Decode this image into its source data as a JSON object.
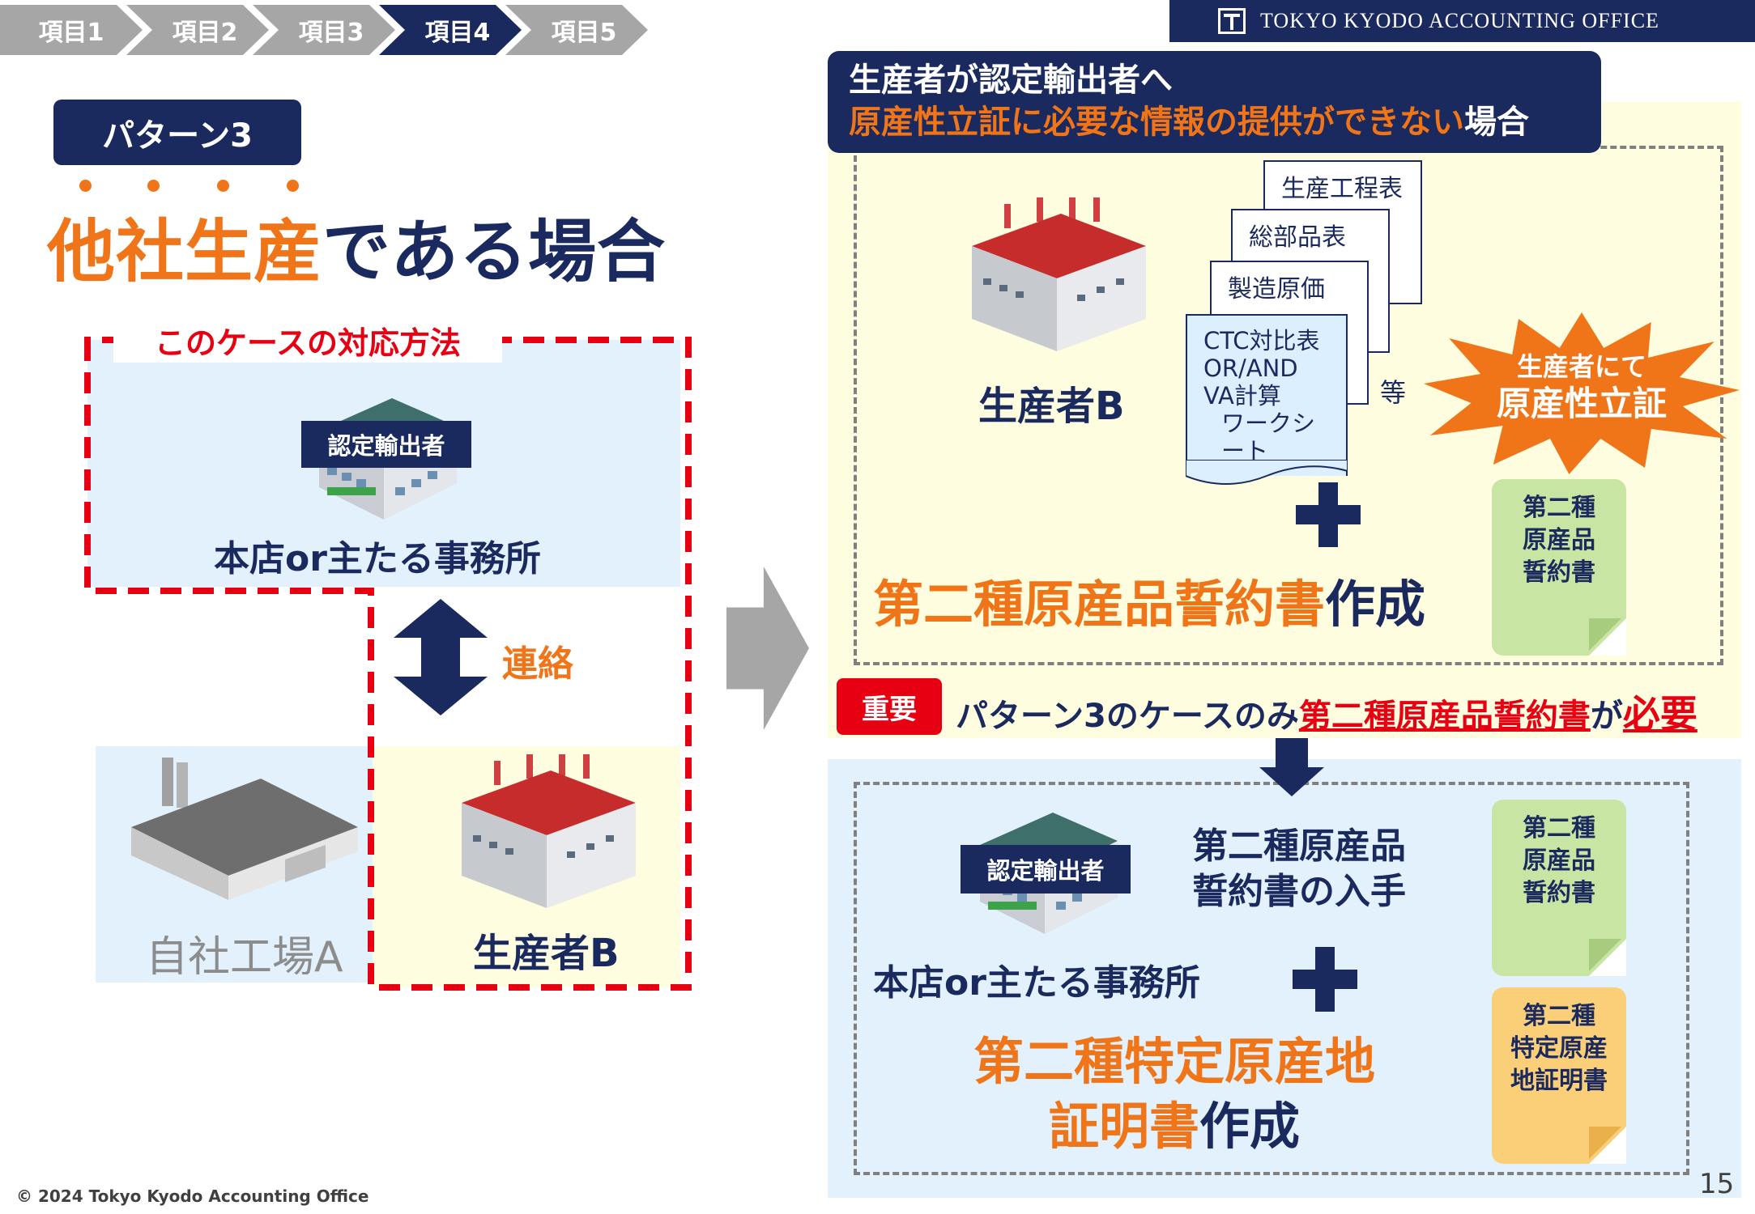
{
  "breadcrumb": [
    "項目1",
    "項目2",
    "項目3",
    "項目4",
    "項目5"
  ],
  "brand": "TOKYO KYODO ACCOUNTING OFFICE",
  "pattern_badge": "パターン3",
  "title": {
    "highlight": "他社生産",
    "rest": "である場合"
  },
  "left": {
    "case_label": "このケースの対応方法",
    "certified_exporter": "認定輸出者",
    "head_office": "本店or主たる事務所",
    "contact": "連絡",
    "own_factory": "自社工場A",
    "producer": "生産者B"
  },
  "right": {
    "header_line1": "生産者が認定輸出者へ",
    "header_line2_orange": "原産性立証に必要な情報の提供ができない",
    "header_line2_end": "場合",
    "producer": "生産者B",
    "docs": [
      "生産工程表",
      "総部品表",
      "製造原価"
    ],
    "worksheet_lines": [
      "CTC対比表",
      "OR/AND",
      "VA計算",
      "ワークシート"
    ],
    "etc": "等",
    "burst_line1": "生産者にて",
    "burst_line2": "原産性立証",
    "create_orange": "第二種原産品誓約書",
    "create_end": "作成",
    "note1": [
      "第二種",
      "原産品",
      "誓約書"
    ],
    "important_label": "重要",
    "important_pre": "パターン3のケースのみ",
    "important_ul": "第二種原産品誓約書",
    "important_mid": "が",
    "important_end": "必要",
    "certified_exporter": "認定輸出者",
    "obtain_line1": "第二種原産品",
    "obtain_line2": "誓約書の入手",
    "head_office": "本店or主たる事務所",
    "cert_line1": "第二種特定原産地",
    "cert_line2_orange": "証明書",
    "cert_line2_end": "作成",
    "note2": [
      "第二種",
      "原産品",
      "誓約書"
    ],
    "note3": [
      "第二種",
      "特定原産",
      "地証明書"
    ]
  },
  "footer": {
    "copyright": "© 2024 Tokyo Kyodo Accounting Office",
    "page": "15"
  },
  "colors": {
    "navy": "#1b2a5e",
    "orange": "#f07418",
    "red": "#e60012",
    "crumb_gray": "#a6a6a6"
  }
}
